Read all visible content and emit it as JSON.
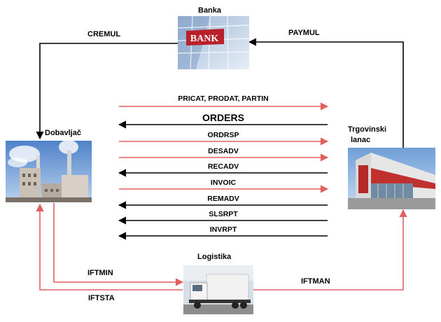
{
  "nodes": {
    "banka": "Banka",
    "dobavljac": "Dobavljač",
    "trgovinski_line1": "Trgovinski",
    "trgovinski_line2": "lanac",
    "logistika": "Logistika"
  },
  "image_text": {
    "bank_sign": "BANK"
  },
  "edges": {
    "cremul": "CREMUL",
    "paymul": "PAYMUL",
    "iftmin": "IFTMIN",
    "iftsta": "IFTSTA",
    "iftman": "IFTMAN"
  },
  "messages": [
    {
      "label": "PRICAT, PRODAT, PARTIN",
      "direction": "right",
      "color": "#e06060"
    },
    {
      "label": "ORDERS",
      "direction": "left",
      "color": "#000000"
    },
    {
      "label": "ORDRSP",
      "direction": "right",
      "color": "#e06060"
    },
    {
      "label": "DESADV",
      "direction": "right",
      "color": "#e06060"
    },
    {
      "label": "RECADV",
      "direction": "left",
      "color": "#000000"
    },
    {
      "label": "INVOIC",
      "direction": "right",
      "color": "#e06060"
    },
    {
      "label": "REMADV",
      "direction": "left",
      "color": "#000000"
    },
    {
      "label": "SLSRPT",
      "direction": "left",
      "color": "#000000"
    },
    {
      "label": "INVRPT",
      "direction": "left",
      "color": "#000000"
    }
  ],
  "colors": {
    "red_arrow": "#e06060",
    "black_arrow": "#000000"
  }
}
